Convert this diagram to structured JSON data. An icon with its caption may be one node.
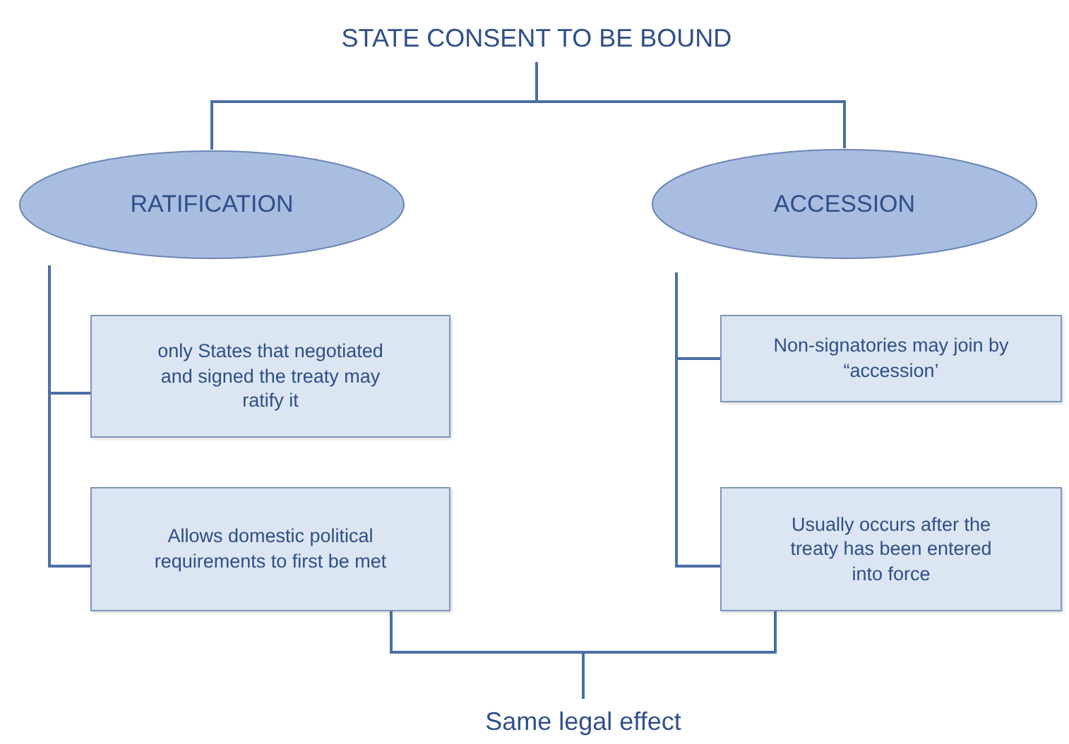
{
  "diagram": {
    "nodes": [
      {
        "text": [
          "STATE CONSENT TO BE BOUND"
        ]
      },
      {
        "text": [
          "RATIFICATION"
        ]
      },
      {
        "text": [
          "ACCESSION"
        ]
      },
      {
        "text": [
          "only States that negotiated and signed the treaty may ratify it"
        ]
      },
      {
        "text": [
          "Allows domestic political requirements to first be met"
        ]
      },
      {
        "text": [
          "Non-signatories may join by “accession’"
        ]
      },
      {
        "text": [
          "Usually occurs after the treaty has been entered into force"
        ]
      },
      {
        "text": [
          "Same legal effect"
        ]
      }
    ],
    "edges": [
      {
        "from": 0,
        "to": 1,
        "arrow": "none"
      },
      {
        "from": 0,
        "to": 2,
        "arrow": "none"
      },
      {
        "from": 1,
        "to": 3,
        "arrow": "none"
      },
      {
        "from": 1,
        "to": 4,
        "arrow": "none"
      },
      {
        "from": 2,
        "to": 5,
        "arrow": "none"
      },
      {
        "from": 2,
        "to": 6,
        "arrow": "none"
      },
      {
        "from": 4,
        "to": 7,
        "arrow": "none"
      },
      {
        "from": 6,
        "to": 7,
        "arrow": "none"
      }
    ]
  }
}
